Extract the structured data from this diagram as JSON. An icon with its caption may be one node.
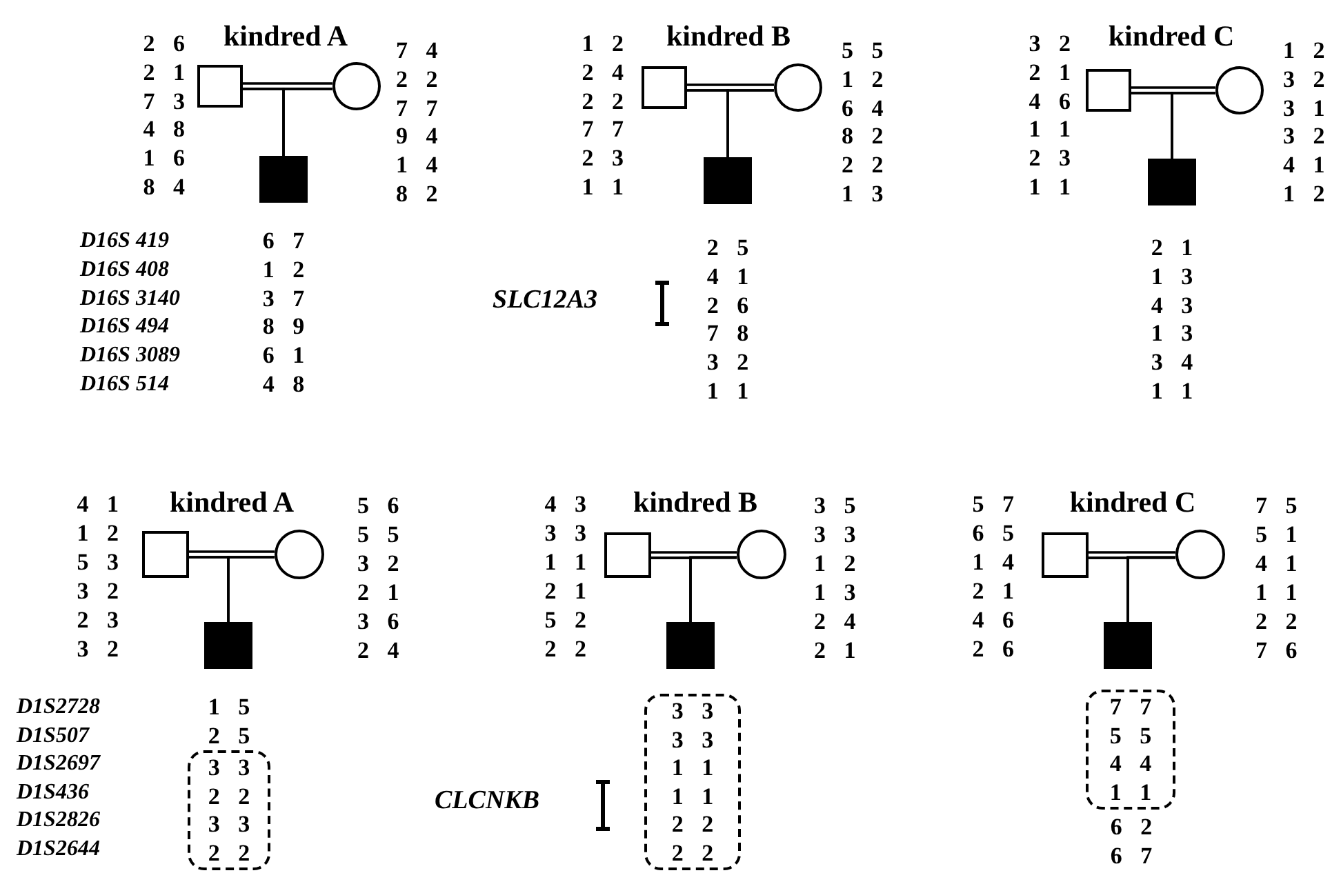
{
  "diagram": {
    "nodes": [
      {
        "text": [],
        "shape": "box",
        "beside": [
          "2 6",
          "2 1",
          "7 3",
          "4 8",
          "1 6",
          "8 4"
        ]
      },
      {
        "text": [],
        "shape": "circle",
        "beside": [
          "7 4",
          "2 2",
          "7 7",
          "9 4",
          "1 4",
          "8 2"
        ]
      },
      {
        "text": [],
        "shape": "box",
        "beside": [
          "6 7",
          "1 2",
          "3 7",
          "8 9",
          "6 1",
          "4 8"
        ]
      },
      {
        "text": [],
        "shape": "box",
        "beside": [
          "1 2",
          "2 4",
          "2 2",
          "7 7",
          "2 3",
          "1 1"
        ]
      },
      {
        "text": [],
        "shape": "circle",
        "beside": [
          "5 5",
          "1 2",
          "6 4",
          "8 2",
          "2 2",
          "1 3"
        ]
      },
      {
        "text": [],
        "shape": "box",
        "beside": [
          "2 5",
          "4 1",
          "2 6",
          "7 8",
          "3 2",
          "1 1"
        ]
      },
      {
        "text": [],
        "shape": "box",
        "beside": [
          "3 2",
          "2 1",
          "4 6",
          "1 1",
          "2 3",
          "1 1"
        ]
      },
      {
        "text": [],
        "shape": "circle",
        "beside": [
          "1 2",
          "3 2",
          "3 1",
          "3 2",
          "4 1",
          "1 2"
        ]
      },
      {
        "text": [],
        "shape": "box",
        "beside": [
          "2 1",
          "1 3",
          "4 3",
          "1 3",
          "3 4",
          "1 1"
        ]
      },
      {
        "text": [],
        "shape": "box",
        "beside": [
          "4 1",
          "1 2",
          "5 3",
          "3 2",
          "2 3",
          "3 2"
        ]
      },
      {
        "text": [],
        "shape": "circle",
        "beside": [
          "5 6",
          "5 5",
          "3 2",
          "2 1",
          "3 6",
          "2 4"
        ]
      },
      {
        "text": [],
        "shape": "box",
        "beside": [
          "1 5",
          "2 5"
        ]
      },
      {
        "text": [
          "3 3",
          "2 2",
          "3 3",
          "2 2"
        ]
      },
      {
        "text": [],
        "shape": "box",
        "beside": [
          "4 3",
          "3 3",
          "1 1",
          "2 1",
          "5 2",
          "2 2"
        ]
      },
      {
        "text": [],
        "shape": "circle",
        "beside": [
          "3 5",
          "3 3",
          "1 2",
          "1 3",
          "2 4",
          "2 1"
        ]
      },
      {
        "text": [],
        "shape": "box"
      },
      {
        "text": [
          "3 3",
          "3 3",
          "1 1",
          "1 1",
          "2 2",
          "2 2"
        ]
      },
      {
        "text": [],
        "shape": "box",
        "beside": [
          "5 7",
          "6 5",
          "1 4",
          "2 1",
          "4 6",
          "2 6"
        ]
      },
      {
        "text": [],
        "shape": "circle",
        "beside": [
          "7 5",
          "5 1",
          "4 1",
          "1 1",
          "2 2",
          "7 6"
        ]
      },
      {
        "text": [],
        "shape": "box",
        "beside": [
          "6 2",
          "6 7"
        ]
      },
      {
        "text": [
          "7 7",
          "5 5",
          "4 4",
          "1 1"
        ]
      }
    ],
    "edges": [
      {
        "from": 0,
        "to": 1,
        "arrow": "none"
      },
      {
        "from": 0,
        "to": 2,
        "arrow": "none"
      },
      {
        "from": 1,
        "to": 2,
        "arrow": "none"
      },
      {
        "from": 3,
        "to": 4,
        "arrow": "none"
      },
      {
        "from": 3,
        "to": 5,
        "arrow": "none"
      },
      {
        "from": 4,
        "to": 5,
        "arrow": "none"
      },
      {
        "from": 6,
        "to": 7,
        "arrow": "none"
      },
      {
        "from": 6,
        "to": 8,
        "arrow": "none"
      },
      {
        "from": 7,
        "to": 8,
        "arrow": "none"
      },
      {
        "from": 9,
        "to": 10,
        "arrow": "none"
      },
      {
        "from": 9,
        "to": 11,
        "arrow": "none"
      },
      {
        "from": 10,
        "to": 11,
        "arrow": "none"
      },
      {
        "from": 13,
        "to": 14,
        "arrow": "none"
      },
      {
        "from": 13,
        "to": 15,
        "arrow": "none"
      },
      {
        "from": 14,
        "to": 15,
        "arrow": "none"
      },
      {
        "from": 17,
        "to": 18,
        "arrow": "none"
      },
      {
        "from": 17,
        "to": 19,
        "arrow": "none"
      },
      {
        "from": 18,
        "to": 19,
        "arrow": "none"
      }
    ],
    "labels": [
      "kindred A",
      "kindred B",
      "kindred C",
      "D16S 419",
      "D16S 408",
      "D16S 3140",
      "D16S 494",
      "D16S 3089",
      "D16S 514",
      "SLC12A3",
      "kindred A",
      "kindred B",
      "kindred C",
      "D1S2728",
      "D1S507",
      "D1S2697",
      "D1S436",
      "D1S2826",
      "D1S2644",
      "CLCNKB"
    ]
  }
}
